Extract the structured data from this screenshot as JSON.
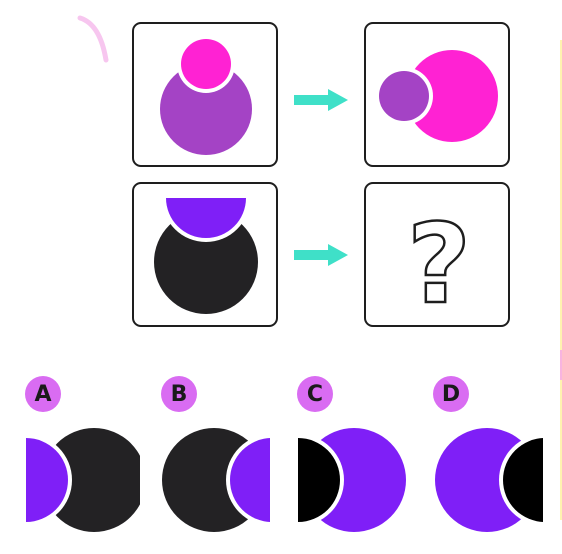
{
  "colors": {
    "magenta": "#ff22d3",
    "orchid": "#a443c5",
    "violet": "#7f1ff7",
    "charcoal": "#232224",
    "black": "#000000",
    "arrow": "#3fe0c8",
    "badge": "#d96cf2",
    "border": "#1e1e1e"
  },
  "puzzle": {
    "question_mark": "?"
  },
  "options": [
    {
      "label": "A"
    },
    {
      "label": "B"
    },
    {
      "label": "C"
    },
    {
      "label": "D"
    }
  ]
}
